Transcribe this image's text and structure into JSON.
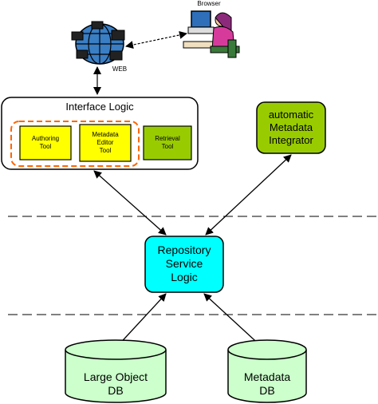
{
  "labels": {
    "browser": "Browser",
    "web": "WEB",
    "interface_logic": "Interface Logic",
    "authoring_tool": [
      "Authoring",
      "Tool"
    ],
    "metadata_editor_tool": [
      "Metadata",
      "Editor",
      "Tool"
    ],
    "retrieval_tool": [
      "Retrieval",
      "Tool"
    ],
    "metadata_integrator": [
      "automatic",
      "Metadata",
      "Integrator"
    ],
    "repository_service_logic": [
      "Repository",
      "Service",
      "Logic"
    ],
    "large_object_db": [
      "Large Object",
      "DB"
    ],
    "metadata_db": [
      "Metadata",
      "DB"
    ]
  },
  "colors": {
    "yellow": "#ffff00",
    "green": "#99cc00",
    "cyan": "#00ffff",
    "db_green": "#ccffcc",
    "orange_dash": "#ff6600",
    "black": "#000000"
  },
  "icons": [
    "globe-icon",
    "computer-user-icon"
  ]
}
